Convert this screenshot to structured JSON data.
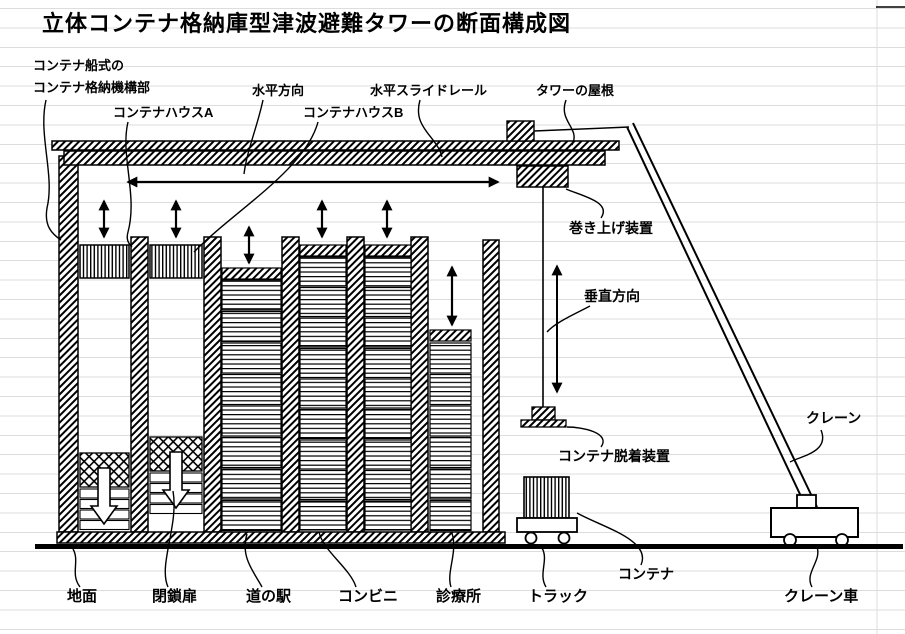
{
  "title": "立体コンテナ格納庫型津波避難タワーの断面構成図",
  "labels": {
    "container_ship_line1": "コンテナ船式の",
    "container_ship_line2": "コンテナ格納機構部",
    "house_a": "コンテナハウスA",
    "horizontal_direction": "水平方向",
    "house_b": "コンテナハウスB",
    "slide_rail": "水平スライドレール",
    "tower_roof": "タワーの屋根",
    "hoist_device": "巻き上げ装置",
    "vertical_direction": "垂直方向",
    "detach_device": "コンテナ脱着装置",
    "crane": "クレーン",
    "container": "コンテナ",
    "ground": "地面",
    "closed_door": "閉鎖扉",
    "roadside_station": "道の駅",
    "convenience_store": "コンビニ",
    "clinic": "診療所",
    "truck": "トラック",
    "crane_truck": "クレーン車"
  },
  "colors": {
    "line": "#000000",
    "grid": "#dddddd",
    "background": "#ffffff"
  }
}
